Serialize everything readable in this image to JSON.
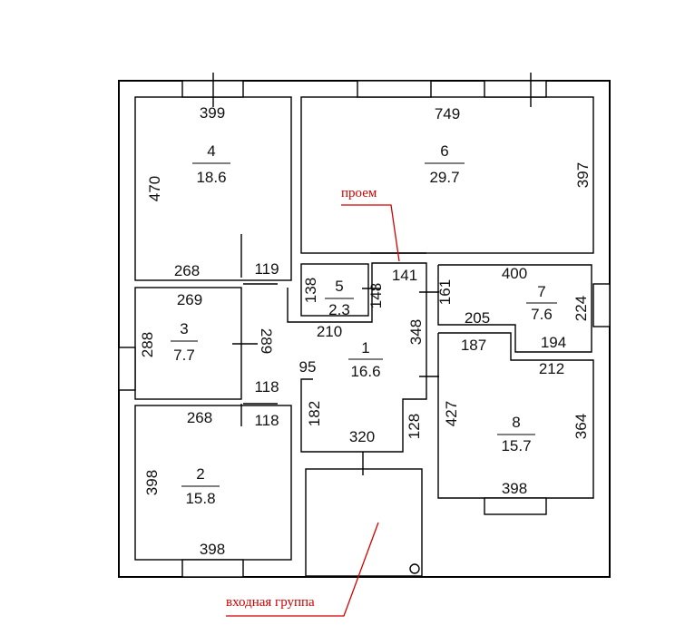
{
  "rooms": [
    {
      "id": "1",
      "area": "16.6"
    },
    {
      "id": "2",
      "area": "15.8"
    },
    {
      "id": "3",
      "area": "7.7"
    },
    {
      "id": "4",
      "area": "18.6"
    },
    {
      "id": "5",
      "area": "2.3"
    },
    {
      "id": "6",
      "area": "29.7"
    },
    {
      "id": "7",
      "area": "7.6"
    },
    {
      "id": "8",
      "area": "15.7"
    }
  ],
  "dimensions": {
    "r4_top": "399",
    "r4_left": "470",
    "r4_bottom": "268",
    "r6_top": "749",
    "r6_right": "397",
    "corr_119": "119",
    "r5_top": "141",
    "r5_left": "138",
    "r5_right": "148",
    "r5_bottom": "210",
    "r7_top": "400",
    "r7_left": "161",
    "r7_right": "224",
    "r7_inner": "205",
    "r7_bottom": "194",
    "r3_top": "269",
    "r3_left": "288",
    "r3_right": "289",
    "h_348": "348",
    "h_187": "187",
    "h_212": "212",
    "h_95": "95",
    "h_118_a": "118",
    "h_118_b": "118",
    "r2_top": "268",
    "r2_left": "398",
    "r2_bottom": "398",
    "h_182": "182",
    "h_320": "320",
    "h_128": "128",
    "r8_left": "427",
    "r8_right": "364",
    "r8_bottom": "398"
  },
  "annotations": {
    "opening": "проем",
    "entrance": "входная группа"
  }
}
